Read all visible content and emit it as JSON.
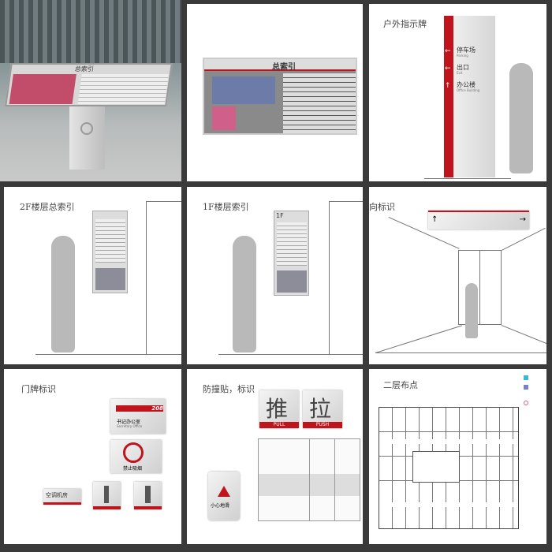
{
  "panels": {
    "kiosk_photo": {
      "sign_title": "总索引"
    },
    "main_index": {
      "title": "总索引"
    },
    "outdoor": {
      "title": "户外指示牌",
      "items": [
        {
          "arrow": "←",
          "cn": "停车场",
          "en": "Parking"
        },
        {
          "arrow": "←",
          "cn": "出口",
          "en": "Exit"
        },
        {
          "arrow": "↑",
          "cn": "办公楼",
          "en": "Office Building"
        }
      ]
    },
    "floor2_index": {
      "title": "2F楼层总索引"
    },
    "floor1_index": {
      "title": "1F楼层索引",
      "floor_label": "1F"
    },
    "direction": {
      "title": "向标识",
      "arrow_left": "↑",
      "arrow_right": "→"
    },
    "door": {
      "title": "门牌标识",
      "room_number": "208",
      "room_cn": "书记办公室",
      "room_en": "Secretary Office",
      "no_smoking_cn": "禁止吸烟",
      "plate": "空调机房"
    },
    "anticollision": {
      "title": "防撞贴，标识",
      "push_cn": "推",
      "push_en": "PULL",
      "pull_cn": "拉",
      "pull_en": "PUSH",
      "wet_floor": "小心地滑"
    },
    "floorplan": {
      "title": "二层布点"
    }
  },
  "colors": {
    "accent": "#c0141c",
    "background": "#3a3a3a",
    "silhouette": "#b9b9b9"
  }
}
